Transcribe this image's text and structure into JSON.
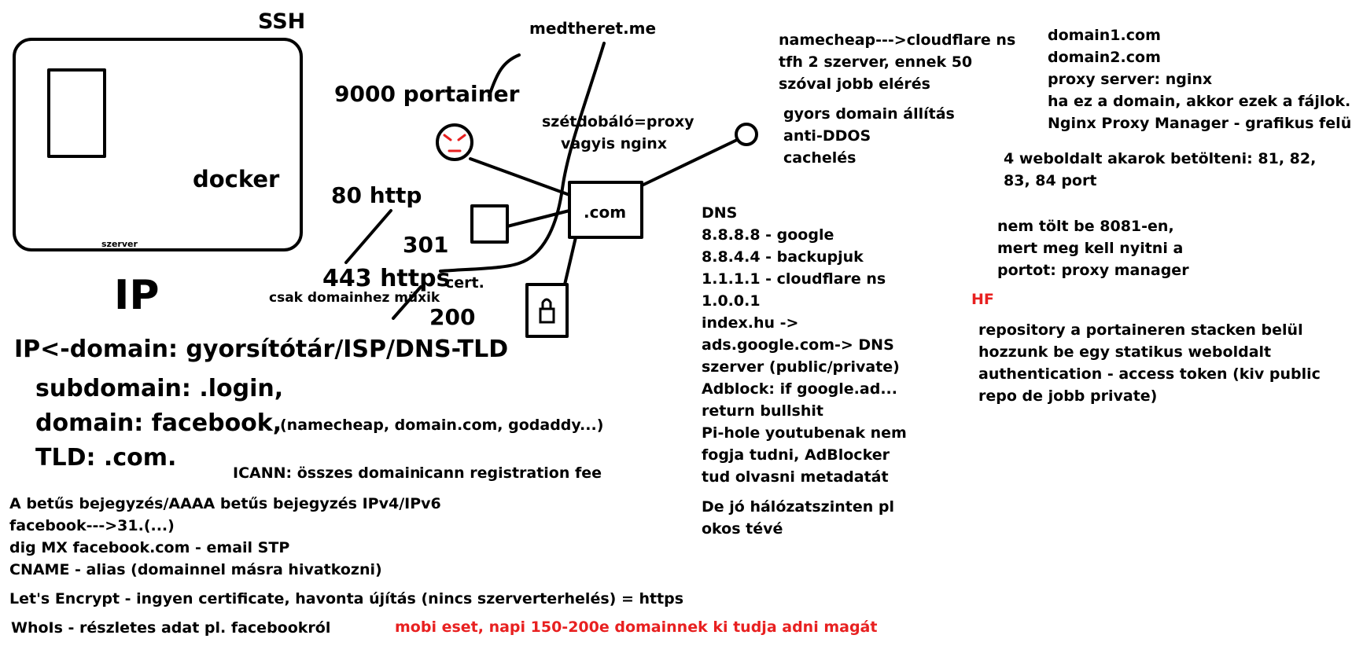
{
  "labels": {
    "ssh": "SSH",
    "docker": "docker",
    "szerver": "szerver",
    "ip": "IP",
    "ip_domain": "IP<-domain: gyorsítótár/ISP/DNS-TLD",
    "subdomain": "subdomain: .login,",
    "domain": "domain: facebook,",
    "tld": "TLD: .com.",
    "registrars": "(namecheap, domain.com, godaddy...)",
    "icann_all": "ICANN: összes domain",
    "icann_fee": "icann registration fee",
    "medtheret": "medtheret.me",
    "portainer": "9000 portainer",
    "scatter_proxy": "szétdobáló=proxy",
    "nginx": "vagyis nginx",
    "http80": "80 http",
    "code301": "301",
    "https443": "443 https",
    "cert": "cert.",
    "domain_only": "csak domainhez müxik",
    "code200": "200",
    "dotcom": ".com"
  },
  "notes_left": [
    "A betűs bejegyzés/AAAA betűs bejegyzés IPv4/IPv6",
    "facebook--->31.(...)",
    "dig MX facebook.com - email STP",
    "CNAME - alias (domainnel másra hivatkozni)"
  ],
  "letsencrypt": "Let's Encrypt - ingyen certificate, havonta újítás (nincs szerverterhelés) = https",
  "whois": "WhoIs - részletes adat pl. facebookról",
  "mobi": "mobi eset, napi  150-200e domainnek ki tudja adni magát",
  "cloudflare_notes": [
    "namecheap--->cloudflare ns",
    "tfh 2 szerver, ennek 50",
    "szóval jobb elérés"
  ],
  "cloudflare_features": [
    "gyors domain állítás",
    "anti-DDOS",
    "cachelés"
  ],
  "dns_notes": [
    "DNS",
    "8.8.8.8 - google",
    "8.8.4.4 - backupjuk",
    "1.1.1.1 - cloudflare ns",
    "1.0.0.1",
    "index.hu ->",
    "ads.google.com-> DNS",
    "szerver (public/private)",
    "Adblock: if google.ad...",
    "return bullshit",
    "Pi-hole youtubenak nem",
    "fogja tudni, AdBlocker",
    "tud olvasni metadatát"
  ],
  "dns_extra": [
    "De jó hálózatszinten pl",
    "okos tévé"
  ],
  "proxy_notes": [
    "domain1.com",
    "domain2.com",
    "proxy server: nginx",
    "ha ez a domain, akkor ezek a fájlok...",
    "Nginx Proxy Manager - grafikus felület"
  ],
  "ports_notes": [
    "4 weboldalt akarok betölteni: 81, 82,",
    "83, 84 port"
  ],
  "port8081_notes": [
    "nem tölt be 8081-en,",
    "mert meg kell nyitni a",
    "portot: proxy manager"
  ],
  "hf": "HF",
  "hf_notes": [
    "repository a portaineren stacken belül",
    "hozzunk be egy statikus weboldalt",
    "authentication - access token (kiv public",
    "repo de jobb private)"
  ],
  "colors": {
    "ink": "#000000",
    "red": "#e82020"
  }
}
